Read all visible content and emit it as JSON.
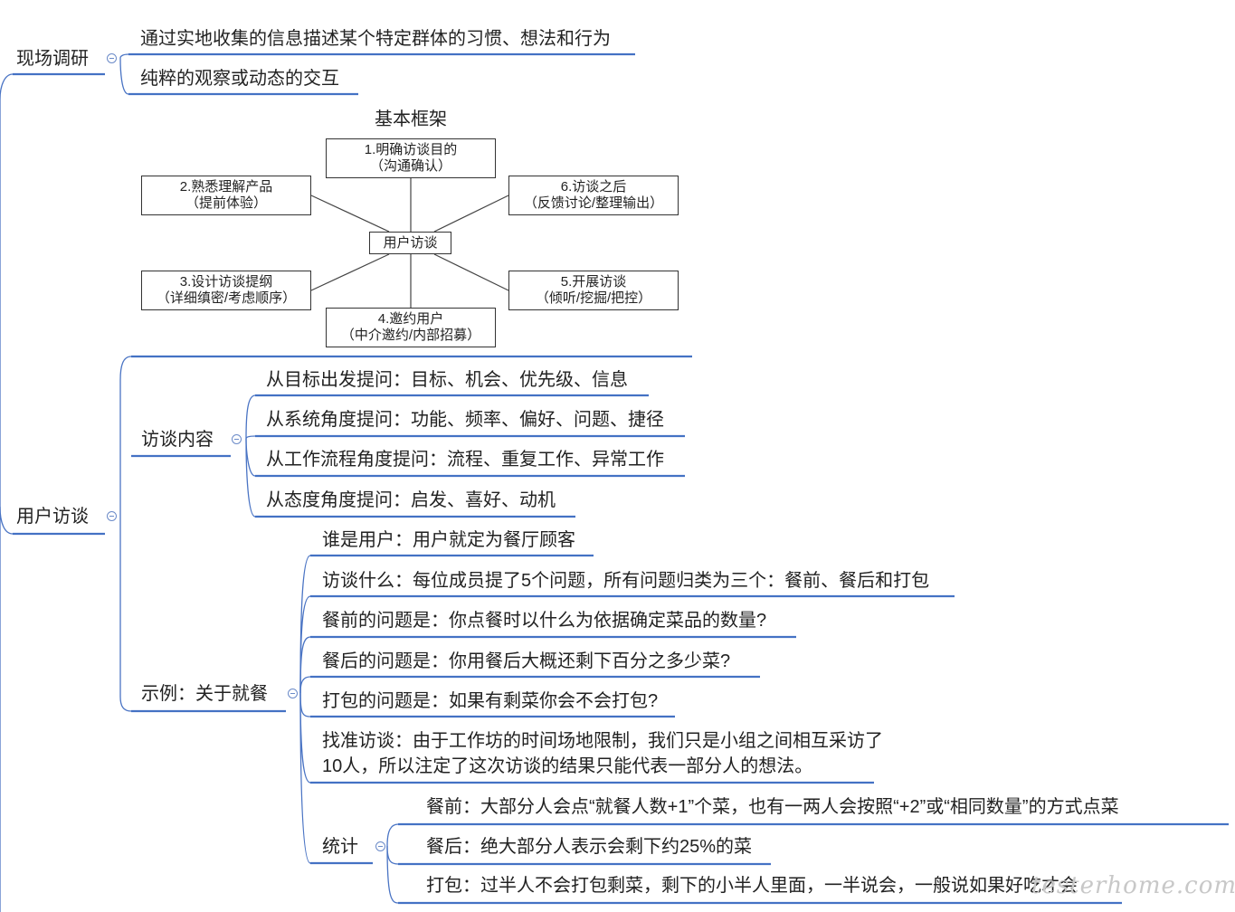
{
  "site_research": {
    "label": "现场调研",
    "children": [
      "通过实地收集的信息描述某个特定群体的习惯、想法和行为",
      "纯粹的观察或动态的交互"
    ]
  },
  "framework": {
    "title": "基本框架",
    "center": "用户访谈",
    "steps": [
      {
        "line1": "1.明确访谈目的",
        "line2": "（沟通确认）"
      },
      {
        "line1": "2.熟悉理解产品",
        "line2": "（提前体验）"
      },
      {
        "line1": "3.设计访谈提纲",
        "line2": "（详细缜密/考虑顺序）"
      },
      {
        "line1": "4.邀约用户",
        "line2": "（中介邀约/内部招募）"
      },
      {
        "line1": "5.开展访谈",
        "line2": "（倾听/挖掘/把控）"
      },
      {
        "line1": "6.访谈之后",
        "line2": "（反馈讨论/整理输出）"
      }
    ]
  },
  "user_interview": {
    "label": "用户访谈",
    "content": {
      "label": "访谈内容",
      "items": [
        "从目标出发提问：目标、机会、优先级、信息",
        "从系统角度提问：功能、频率、偏好、问题、捷径",
        "从工作流程角度提问：流程、重复工作、异常工作",
        "从态度角度提问：启发、喜好、动机"
      ]
    },
    "example": {
      "label": "示例：关于就餐",
      "items": [
        "谁是用户：用户就定为餐厅顾客",
        "访谈什么：每位成员提了5个问题，所有问题归类为三个：餐前、餐后和打包",
        "餐前的问题是：你点餐时以什么为依据确定菜品的数量?",
        "餐后的问题是：你用餐后大概还剩下百分之多少菜?",
        "打包的问题是：如果有剩菜你会不会打包?",
        "找准访谈：由于工作坊的时间场地限制，我们只是小组之间相互采访了10人，所以注定了这次访谈的结果只能代表一部分人的想法。"
      ],
      "stats": {
        "label": "统计",
        "items": [
          "餐前：大部分人会点“就餐人数+1”个菜，也有一两人会按照“+2”或“相同数量”的方式点菜",
          "餐后：绝大部分人表示会剩下约25%的菜",
          "打包：过半人不会打包剩菜，剩下的小半人里面，一半说会，一般说如果好吃才会"
        ]
      }
    }
  },
  "watermark": "testerhome.com",
  "colors": {
    "branch": "#4472c4",
    "text": "#222222",
    "box_border": "#333333"
  }
}
